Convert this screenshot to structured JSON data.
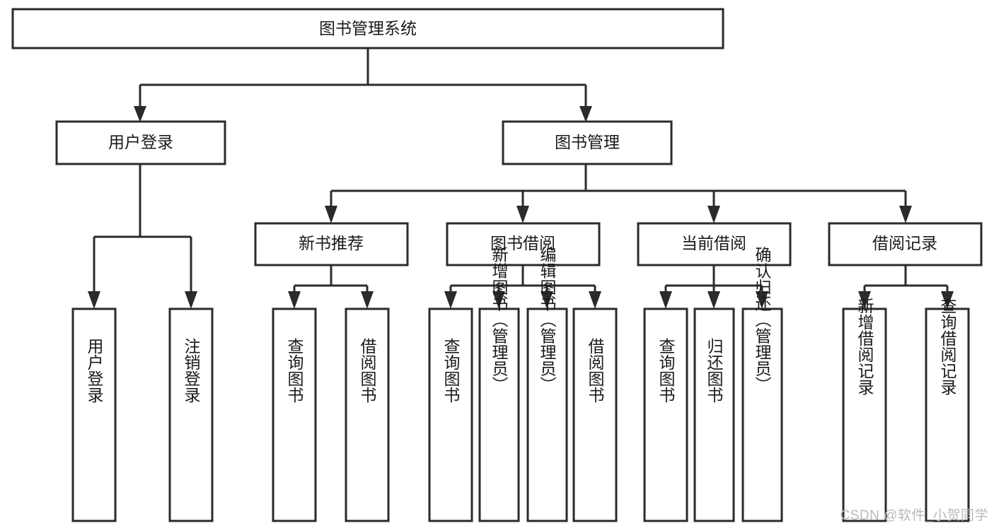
{
  "diagram": {
    "type": "tree-hierarchy",
    "title": "图书管理系统",
    "watermark": "CSDN @软件_小贺同学",
    "colors": {
      "background": "#ffffff",
      "box_stroke": "#2b2b2b",
      "box_fill": "#ffffff",
      "text": "#1a1a1a",
      "watermark": "#b9b9b9"
    },
    "levels": {
      "root": {
        "label": "图书管理系统"
      },
      "level2": [
        {
          "label": "用户登录"
        },
        {
          "label": "图书管理"
        }
      ],
      "level3": [
        {
          "label": "新书推荐"
        },
        {
          "label": "图书借阅"
        },
        {
          "label": "当前借阅"
        },
        {
          "label": "借阅记录"
        }
      ],
      "leaves": [
        {
          "label": "用户登录",
          "parent": "用户登录"
        },
        {
          "label": "注销登录",
          "parent": "用户登录"
        },
        {
          "label": "查询图书",
          "parent": "新书推荐"
        },
        {
          "label": "借阅图书",
          "parent": "新书推荐"
        },
        {
          "label": "查询图书",
          "parent": "图书借阅"
        },
        {
          "label": "新增图书（管理员）",
          "parent": "图书借阅"
        },
        {
          "label": "编辑图书（管理员）",
          "parent": "图书借阅"
        },
        {
          "label": "借阅图书",
          "parent": "图书借阅"
        },
        {
          "label": "查询图书",
          "parent": "当前借阅"
        },
        {
          "label": "归还图书",
          "parent": "当前借阅"
        },
        {
          "label": "确认归还（管理员）",
          "parent": "当前借阅"
        },
        {
          "label": "新增借阅记录",
          "parent": "借阅记录"
        },
        {
          "label": "查询借阅记录",
          "parent": "借阅记录"
        }
      ]
    },
    "nodes": {
      "root": "图书管理系统",
      "n_user_login": "用户登录",
      "n_book_manage": "图书管理",
      "n_new_rec": "新书推荐",
      "n_book_borrow": "图书借阅",
      "n_cur_borrow": "当前借阅",
      "n_borrow_log": "借阅记录",
      "l_user_login": "用户登录",
      "l_logout": "注销登录",
      "l_query_book_a": "查询图书",
      "l_borrow_book_a": "借阅图书",
      "l_query_book_b": "查询图书",
      "l_add_book": "新增图书（管理员）",
      "l_edit_book": "编辑图书（管理员）",
      "l_borrow_book_b": "借阅图书",
      "l_query_book_c": "查询图书",
      "l_return_book": "归还图书",
      "l_confirm_return": "确认归还（管理员）",
      "l_add_log": "新增借阅记录",
      "l_query_log": "查询借阅记录"
    }
  }
}
